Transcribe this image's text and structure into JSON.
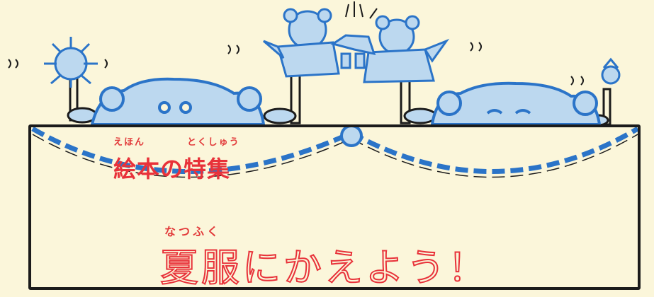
{
  "feature": {
    "ruby_ehon": "えほん",
    "ruby_tokushuu": "とくしゅう",
    "heading": "絵本の特集"
  },
  "main": {
    "ruby": "なつふく",
    "heading": "夏服にかえよう！"
  },
  "colors": {
    "background": "#fbf6da",
    "title_red": "#e8323a",
    "chain_blue": "#2b74c8",
    "ink": "#1b1b1b",
    "figure_fill": "#bcd8ef"
  },
  "icons": [
    "bear-puppet-icon",
    "sun-puppet-icon",
    "chain-garland-icon"
  ]
}
